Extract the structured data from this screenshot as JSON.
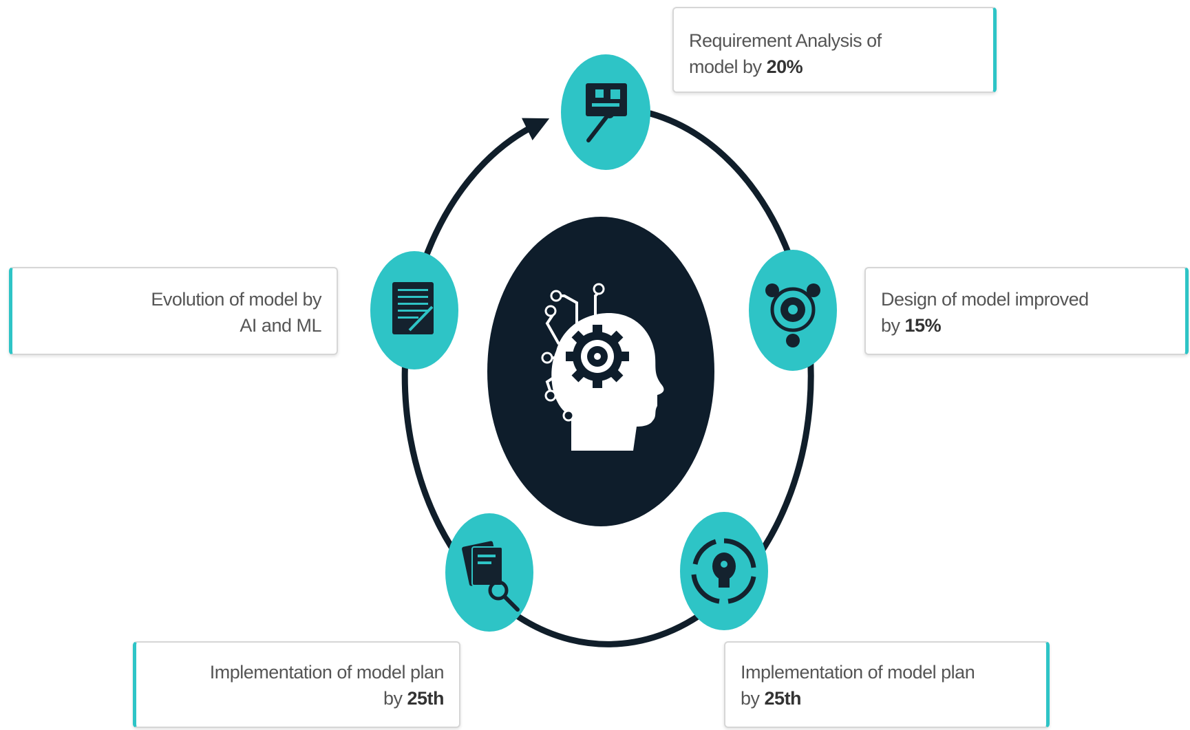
{
  "colors": {
    "node_fill": "#2ec4c6",
    "ring": "#101e2a",
    "center": "#0e1d2b",
    "icon": "#14222e",
    "text": "#555555",
    "bold_text": "#333333",
    "accent": "#2ec4c6"
  },
  "center": {
    "icon": "ai-head-gear-icon"
  },
  "nodes": [
    {
      "id": "requirement",
      "icon": "presentation-board-icon"
    },
    {
      "id": "design",
      "icon": "network-nodes-icon"
    },
    {
      "id": "implementation-right",
      "icon": "lightbulb-cycle-icon"
    },
    {
      "id": "implementation-left",
      "icon": "document-search-icon"
    },
    {
      "id": "evolution",
      "icon": "notepad-pen-icon"
    }
  ],
  "callouts": {
    "requirement": {
      "line1": "Requirement  Analysis of",
      "line2_prefix": "model by ",
      "line2_bold": "20%"
    },
    "design": {
      "line1": "Design of model improved",
      "line2_prefix": "by ",
      "line2_bold": "15%"
    },
    "implementation_right": {
      "line1": "Implementation  of model plan",
      "line2_prefix": "by ",
      "line2_bold": "25th"
    },
    "implementation_left": {
      "line1": "Implementation  of model plan",
      "line2_prefix": "by ",
      "line2_bold": "25th"
    },
    "evolution": {
      "line1": "Evolution  of model by",
      "line2_prefix": "AI and ML",
      "line2_bold": ""
    }
  }
}
